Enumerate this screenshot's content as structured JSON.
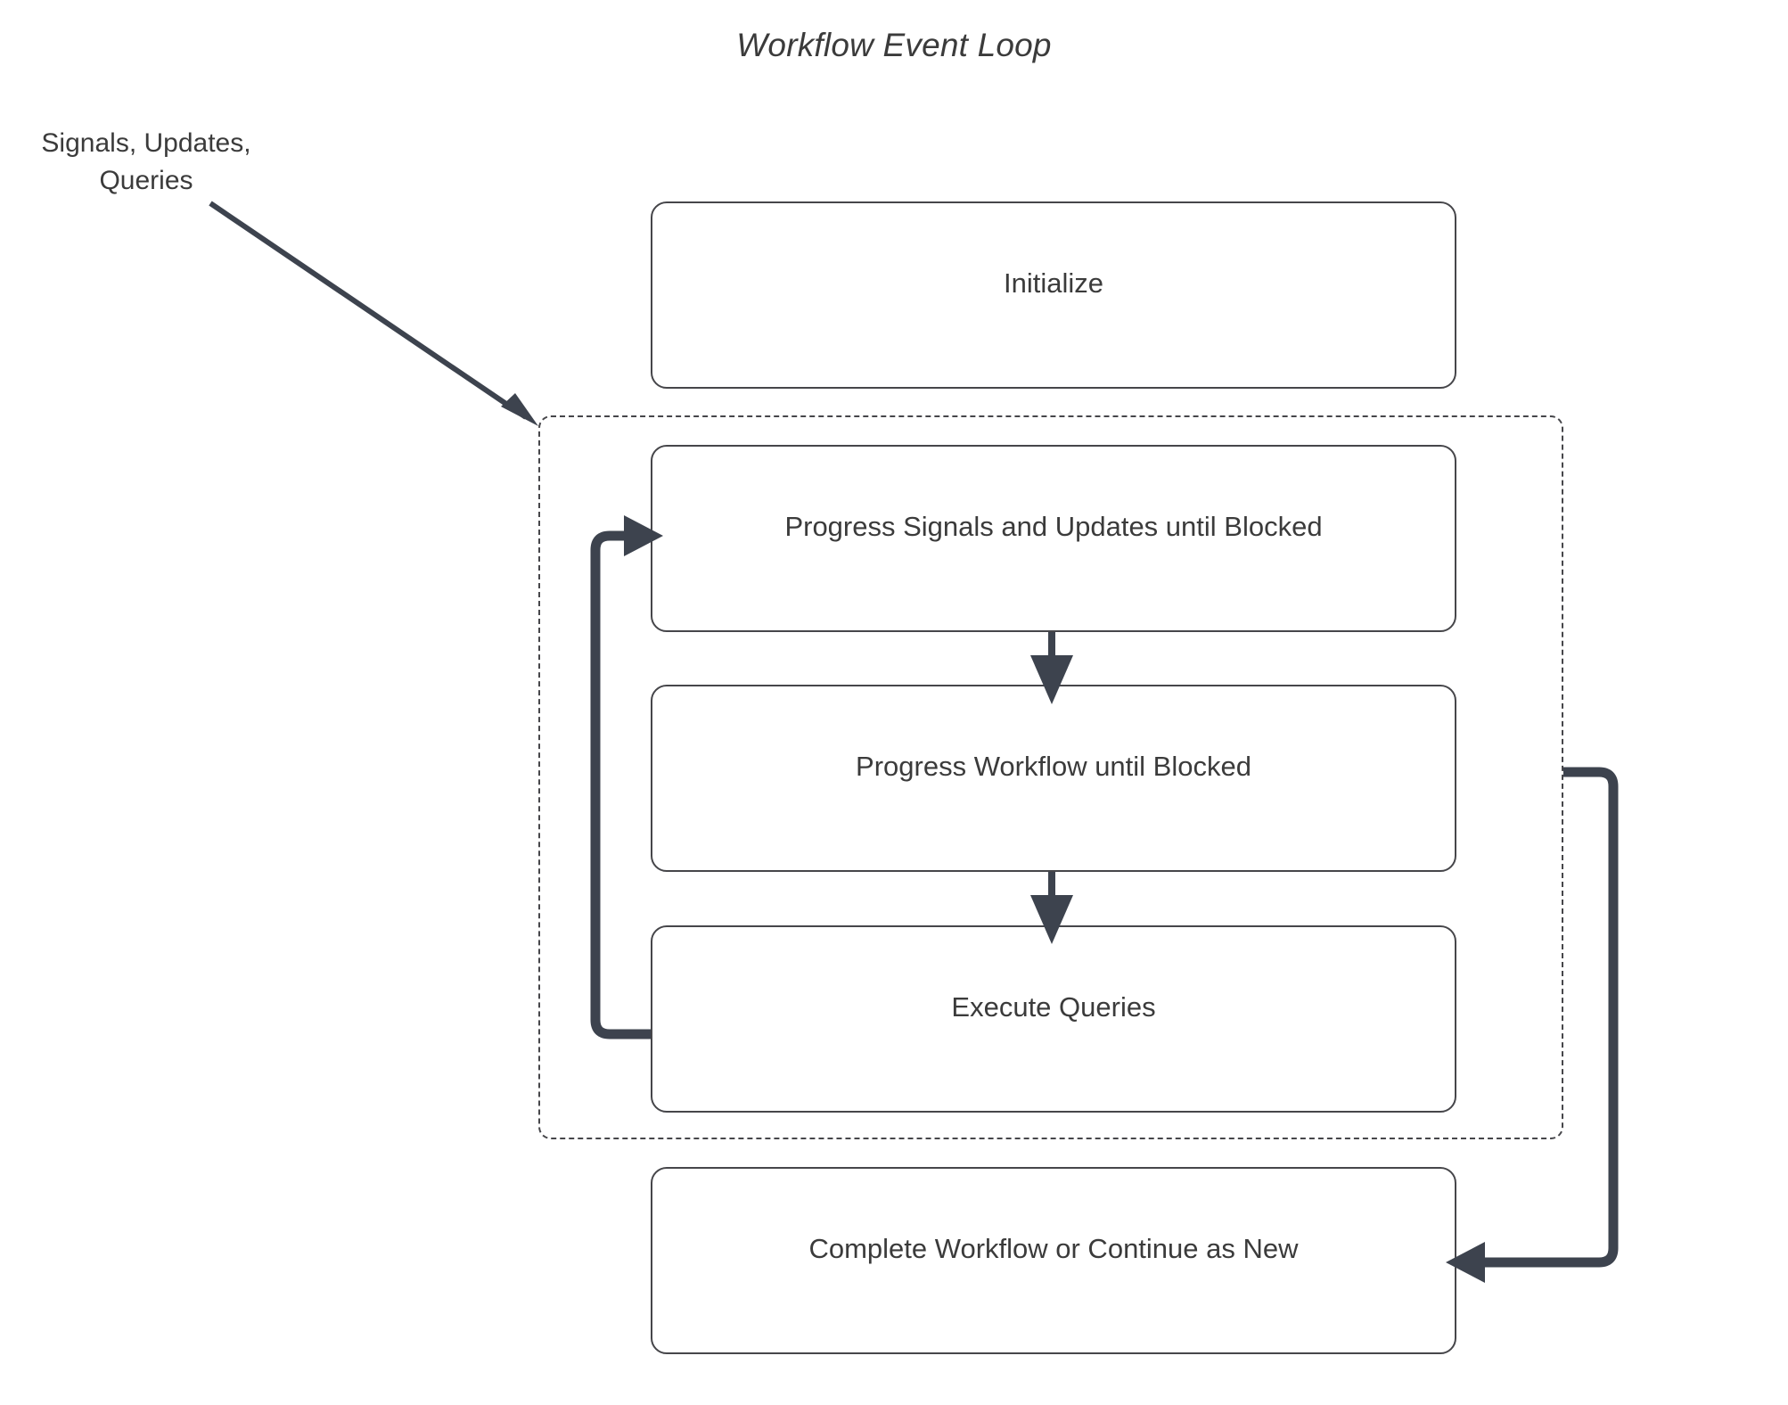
{
  "diagram": {
    "title": "Workflow Event Loop",
    "background_color": "#ffffff",
    "node_border_color": "#46464a",
    "node_fill_color": "#ffffff",
    "text_color": "#3b3b3b",
    "edge_color": "#3d434e",
    "dashed_border_color": "#46464a"
  },
  "external_label": {
    "line1": "Signals, Updates,",
    "line2": "Queries",
    "full_text": "Signals, Updates, Queries"
  },
  "nodes": [
    {
      "id": "initialize",
      "label": "Initialize"
    },
    {
      "id": "progress-signals-updates",
      "label": "Progress Signals and Updates until Blocked"
    },
    {
      "id": "progress-workflow",
      "label": "Progress Workflow until Blocked"
    },
    {
      "id": "execute-queries",
      "label": "Execute Queries"
    },
    {
      "id": "complete-workflow",
      "label": "Complete Workflow or Continue as New"
    }
  ],
  "group": {
    "id": "event-loop-group",
    "style": "dashed",
    "label": ""
  },
  "edges": [
    {
      "id": "external-input",
      "from": "Signals, Updates, Queries",
      "to": "event-loop-group",
      "style": "solid-arrow"
    },
    {
      "id": "signals-to-workflow",
      "from": "Progress Signals and Updates until Blocked",
      "to": "Progress Workflow until Blocked",
      "style": "solid-arrow"
    },
    {
      "id": "workflow-to-queries",
      "from": "Progress Workflow until Blocked",
      "to": "Execute Queries",
      "style": "solid-arrow"
    },
    {
      "id": "queries-loop-back",
      "from": "Execute Queries",
      "to": "Progress Signals and Updates until Blocked",
      "style": "thick-loop-arrow"
    },
    {
      "id": "group-to-complete",
      "from": "event-loop-group",
      "to": "Complete Workflow or Continue as New",
      "style": "thick-loop-arrow"
    }
  ]
}
